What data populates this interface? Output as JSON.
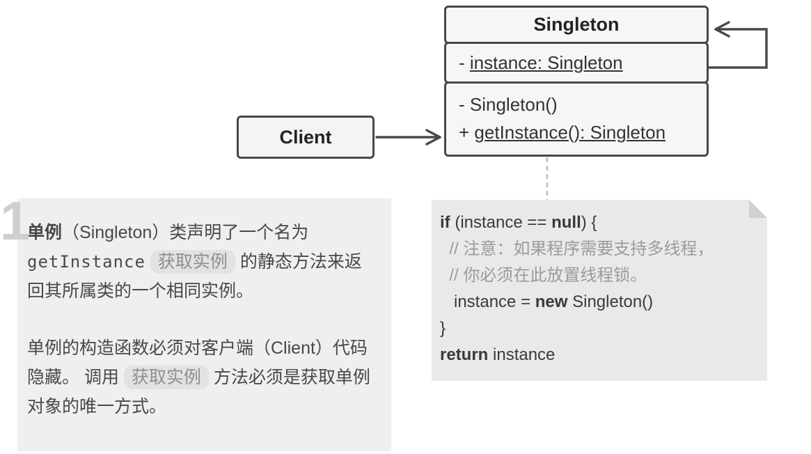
{
  "colors": {
    "box_border": "#45474c",
    "box_fill": "#f6f6f6",
    "arrow": "#4a4a4a",
    "note_fill": "#e9e9e9",
    "note_fold": "#d0d0d0",
    "annotation_fill": "#efefef",
    "comment_text": "#9b9b9b",
    "number_text": "#cfcfcf"
  },
  "uml": {
    "singleton": {
      "title": "Singleton",
      "field_runs": [
        {
          "t": "- ",
          "s": "n"
        },
        {
          "t": "instance: Singleton",
          "s": "u"
        }
      ],
      "methods": [
        {
          "runs": [
            {
              "t": "- Singleton()",
              "s": "n"
            }
          ]
        },
        {
          "runs": [
            {
              "t": "+ ",
              "s": "n"
            },
            {
              "t": "getInstance(): Singleton",
              "s": "u"
            }
          ]
        }
      ]
    },
    "client": {
      "label": "Client"
    }
  },
  "code_note": {
    "lines": [
      {
        "runs": [
          {
            "t": "if",
            "s": "b"
          },
          {
            "t": " (instance == ",
            "s": "n"
          },
          {
            "t": "null",
            "s": "b"
          },
          {
            "t": ") {",
            "s": "n"
          }
        ]
      },
      {
        "runs": [
          {
            "t": "  // 注意：如果程序需要支持多线程，",
            "s": "c"
          }
        ]
      },
      {
        "runs": [
          {
            "t": "  // 你必须在此放置线程锁。",
            "s": "c"
          }
        ]
      },
      {
        "runs": [
          {
            "t": "   instance = ",
            "s": "n"
          },
          {
            "t": "new",
            "s": "b"
          },
          {
            "t": " Singleton()",
            "s": "n"
          }
        ]
      },
      {
        "runs": [
          {
            "t": "}",
            "s": "n"
          }
        ]
      },
      {
        "runs": [
          {
            "t": "return",
            "s": "b"
          },
          {
            "t": " instance",
            "s": "n"
          }
        ]
      }
    ]
  },
  "annotation": {
    "number": "1",
    "paragraphs": [
      {
        "runs": [
          {
            "t": "单例",
            "s": "b"
          },
          {
            "t": "（Singleton）类声明了一个名为 ",
            "s": "n"
          },
          {
            "t": "getInstance",
            "s": "m"
          },
          {
            "t": " ",
            "s": "n"
          },
          {
            "t": "获取实例",
            "s": "p"
          },
          {
            "t": " 的静态方法来返回其所属类的一个相同实例。",
            "s": "n"
          }
        ]
      },
      {
        "runs": [
          {
            "t": "单例的构造函数必须对客户端（Client）代码隐藏。 调用 ",
            "s": "n"
          },
          {
            "t": "获取实例",
            "s": "p"
          },
          {
            "t": " 方法必须是获取单例对象的唯一方式。",
            "s": "n"
          }
        ]
      }
    ]
  }
}
